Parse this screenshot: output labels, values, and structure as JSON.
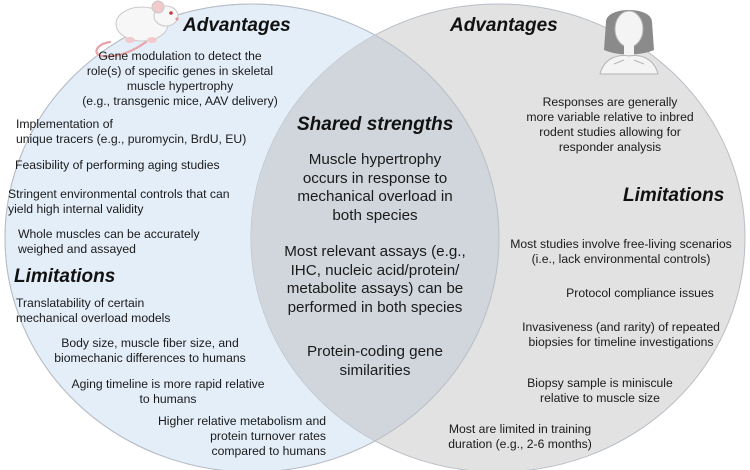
{
  "left": {
    "advantages_heading": "Advantages",
    "advantages": [
      "Gene modulation to detect the\nrole(s) of specific genes in skeletal\nmuscle hypertrophy\n(e.g., transgenic mice, AAV delivery)",
      "Implementation of\nunique tracers (e.g., puromycin, BrdU, EU)",
      "Feasibility of performing aging studies",
      "Stringent environmental controls that can\nyield high internal validity",
      "Whole muscles can be accurately\nweighed and assayed"
    ],
    "limitations_heading": "Limitations",
    "limitations": [
      "Translatability of certain\nmechanical overload models",
      "Body size, muscle fiber size, and\nbiomechanic differences to humans",
      "Aging timeline is more rapid relative\nto humans",
      "Higher relative metabolism and\nprotein turnover rates\ncompared to humans"
    ]
  },
  "center": {
    "heading": "Shared strengths",
    "items": [
      "Muscle hypertrophy\noccurs in response to\nmechanical overload in\nboth species",
      "Most relevant assays (e.g.,\nIHC, nucleic acid/protein/\nmetabolite assays) can be\nperformed in both species",
      "Protein-coding gene\nsimilarities"
    ]
  },
  "right": {
    "advantages_heading": "Advantages",
    "advantages": [
      "Responses are generally\nmore variable relative to inbred\nrodent studies allowing for\nresponder analysis"
    ],
    "limitations_heading": "Limitations",
    "limitations": [
      "Most studies involve free-living scenarios\n(i.e., lack environmental controls)",
      "Protocol compliance issues",
      "Invasiveness (and rarity) of repeated\nbiopsies for timeline investigations",
      "Biopsy sample is miniscule\nrelative to muscle size",
      "Most are limited in training\nduration (e.g., 2-6 months)"
    ]
  },
  "icons": {
    "left": "mouse-icon",
    "right": "human-icon"
  },
  "colors": {
    "left_circle": "#e3eef9",
    "right_circle": "#e2e2e2",
    "overlap": "#d1d6dc",
    "outline": "#b8bec6"
  }
}
